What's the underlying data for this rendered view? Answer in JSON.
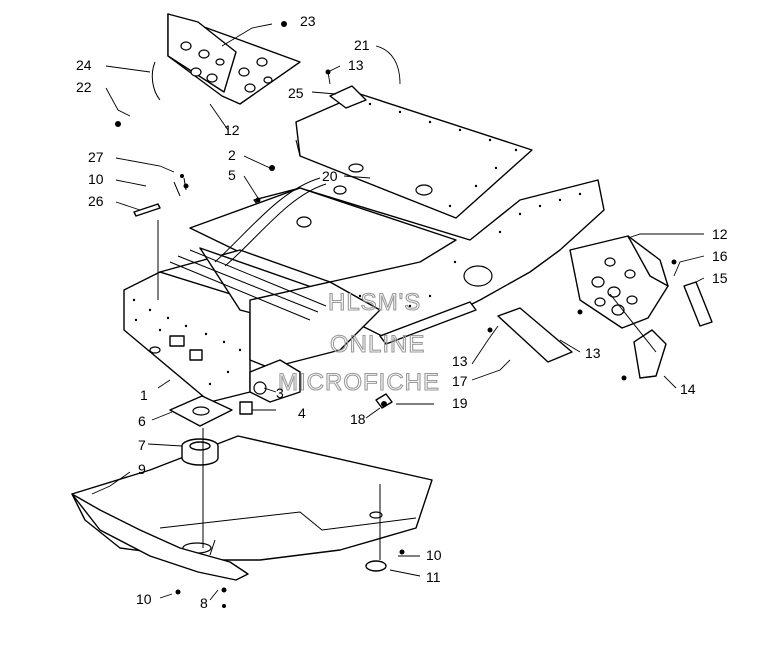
{
  "watermark": {
    "line1": "HLSM'S",
    "line2": "ONLINE",
    "line3": "MICROFICHE"
  },
  "callouts": {
    "c1": "1",
    "c2": "2",
    "c3": "3",
    "c4": "4",
    "c5": "5",
    "c6": "6",
    "c7": "7",
    "c8": "8",
    "c9": "9",
    "c10a": "10",
    "c10b": "10",
    "c10c": "10",
    "c11": "11",
    "c12a": "12",
    "c12b": "12",
    "c13a": "13",
    "c13b": "13",
    "c13c": "13",
    "c14": "14",
    "c15": "15",
    "c16": "16",
    "c17": "17",
    "c18": "18",
    "c19": "19",
    "c20": "20",
    "c21": "21",
    "c22": "22",
    "c23": "23",
    "c24": "24",
    "c25": "25",
    "c26": "26",
    "c27": "27"
  }
}
